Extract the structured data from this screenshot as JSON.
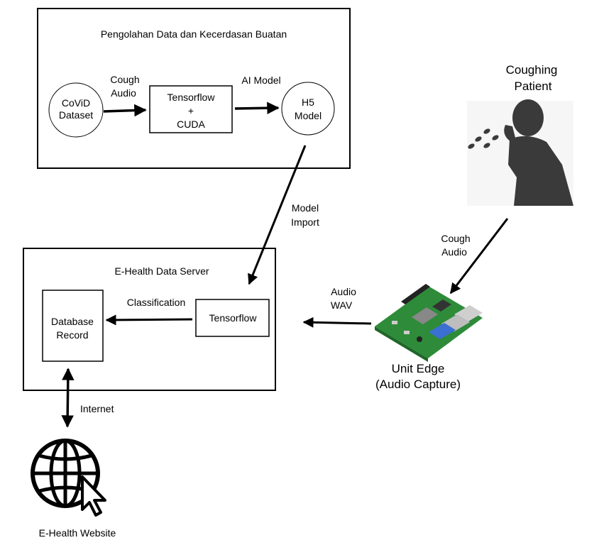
{
  "top_box": {
    "title": "Pengolahan Data dan Kecerdasan Buatan",
    "dataset_node": {
      "line1": "CoViD",
      "line2": "Dataset"
    },
    "arrow1_label": {
      "line1": "Cough",
      "line2": "Audio"
    },
    "tensorflow_cuda": {
      "line1": "Tensorflow",
      "line2": "+",
      "line3": "CUDA"
    },
    "arrow2_label": "AI Model",
    "h5_node": {
      "line1": "H5",
      "line2": "Model"
    }
  },
  "model_import_label": {
    "line1": "Model",
    "line2": "Import"
  },
  "patient": {
    "label_line1": "Coughing",
    "label_line2": "Patient",
    "icon": "coughing-person-icon"
  },
  "patient_arrow_label": {
    "line1": "Cough",
    "line2": "Audio"
  },
  "edge": {
    "label_line1": "Unit Edge",
    "label_line2": "(Audio Capture)",
    "icon": "raspberry-pi-board-icon"
  },
  "wav_arrow_label": {
    "line1": "Audio",
    "line2": "WAV"
  },
  "server_box": {
    "title": "E-Health Data Server",
    "tensorflow": "Tensorflow",
    "classification_label": "Classification",
    "database": {
      "line1": "Database",
      "line2": "Record"
    }
  },
  "internet_label": "Internet",
  "website": {
    "label": "E-Health Website",
    "icon": "globe-cursor-icon"
  },
  "colors": {
    "stroke": "#000000",
    "board_green": "#2e8b3a",
    "patient_gray": "#3a3a3a"
  }
}
